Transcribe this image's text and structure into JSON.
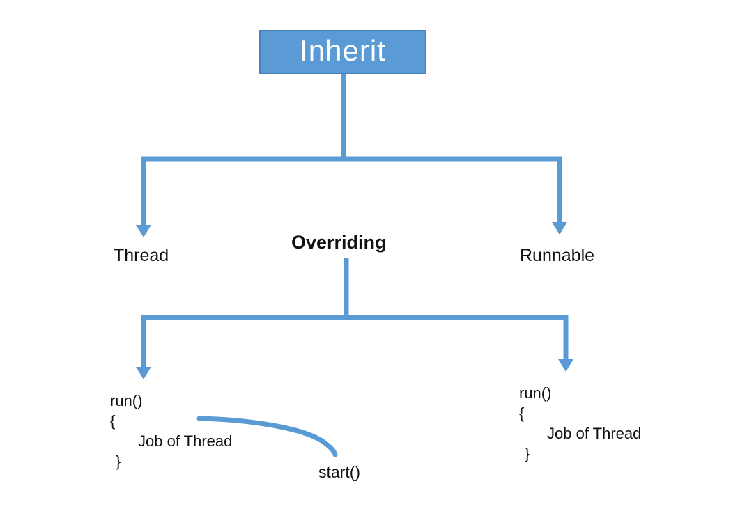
{
  "colors": {
    "accent": "#5B9BD5",
    "box_fill": "#5B9BD5",
    "box_border": "#4A7EBB",
    "box_text": "#FFFFFF",
    "label_text": "#111111"
  },
  "diagram": {
    "root": {
      "label": "Inherit"
    },
    "branch1": {
      "left_label": "Thread",
      "right_label": "Runnable"
    },
    "overriding": {
      "label": "Overriding"
    },
    "left_code": {
      "lines": [
        "run()",
        "{",
        "Job of Thread",
        "}"
      ]
    },
    "right_code": {
      "lines": [
        "run()",
        "{",
        "Job of Thread",
        "}"
      ]
    },
    "start": {
      "label": "start()"
    }
  }
}
